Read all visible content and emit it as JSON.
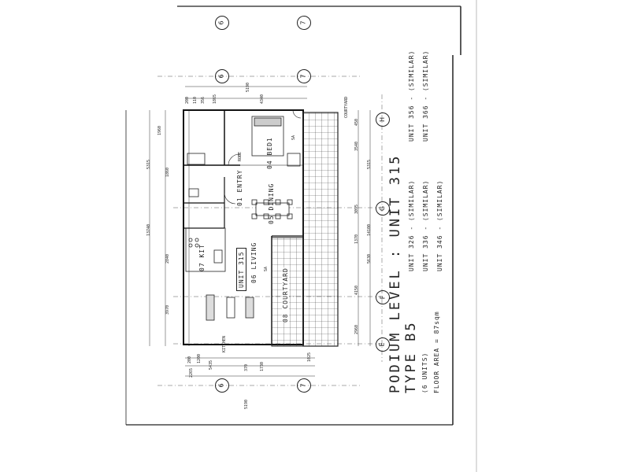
{
  "title_block": {
    "podium_level": "PODIUM  LEVEL : UNIT  315",
    "type": "TYPE  B5",
    "units_count": "(6 UNITS)",
    "floor_area": "FLOOR AREA =   87sqm",
    "similar_units": [
      "UNIT 326 - (SIMILAR)",
      "UNIT 336 - (SIMILAR)",
      "UNIT 346 - (SIMILAR)",
      "UNIT 356 - (SIMILAR)",
      "UNIT 366 - (SIMILAR)"
    ]
  },
  "rooms": [
    {
      "code": "04",
      "name": "BED1"
    },
    {
      "code": "01",
      "name": "ENTRY"
    },
    {
      "code": "05",
      "name": "DINING"
    },
    {
      "code": "06",
      "name": "LIVING"
    },
    {
      "code": "07",
      "name": "KIT"
    },
    {
      "code": "08",
      "name": "COURTYARD"
    }
  ],
  "unit_label": "UNIT 315",
  "labels": {
    "robe": "ROBE",
    "courtyard_top": "COURTYARD",
    "kitchen": "KITCHEN",
    "sa_bed": "SA",
    "sa_living": "SA"
  },
  "grid_markers": [
    "6",
    "7",
    "H",
    "G",
    "F",
    "E"
  ],
  "dimensions": {
    "top": [
      "5190",
      "4340",
      "1865",
      "356",
      "110",
      "200"
    ],
    "bottom": [
      "2265",
      "5435",
      "1200",
      "200",
      "1730",
      "370",
      "1025",
      "5190"
    ],
    "right": [
      "2960",
      "4150",
      "5630",
      "1370",
      "3095",
      "14100",
      "5315",
      "3540",
      "450"
    ],
    "left": [
      "1960",
      "1860",
      "2840",
      "3970",
      "13740",
      "5315"
    ]
  }
}
